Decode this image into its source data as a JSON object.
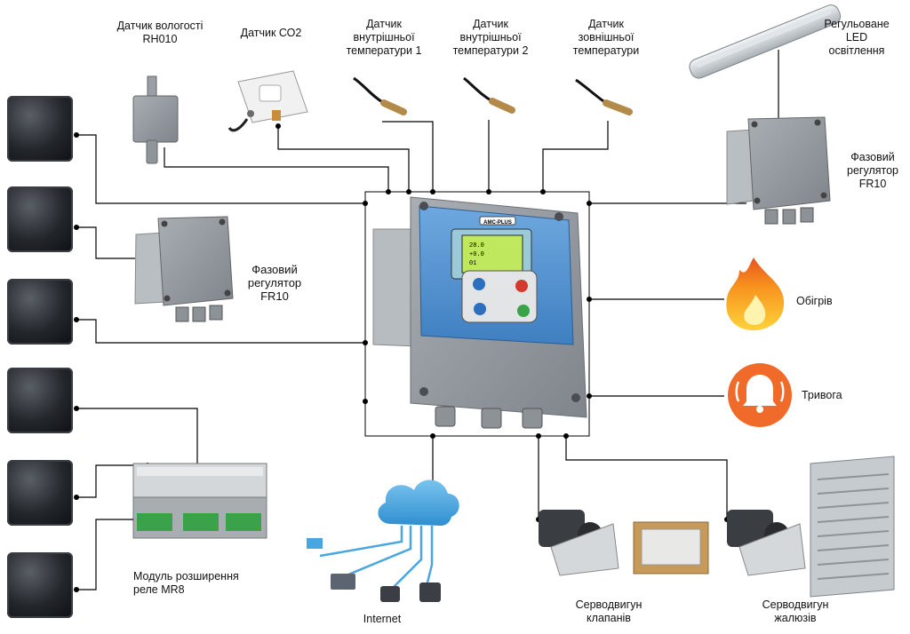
{
  "sensors": {
    "humidity": "Датчик вологості\nRH010",
    "co2": "Датчик СО2",
    "temp1": "Датчик\nвнутрішньої\nтемператури 1",
    "temp2": "Датчик\nвнутрішньої\nтемператури 2",
    "temp_out": "Датчик\nзовнішньої\nтемператури"
  },
  "led": "Регульоване\nLED\nосвітлення",
  "phase_regulator_right": "Фазовий\nрегулятор\nFR10",
  "phase_regulator_left": "Фазовий\nрегулятор\nFR10",
  "heating": "Обігрів",
  "alarm": "Тривога",
  "relay_module": "Модуль розширення\nреле MR8",
  "internet": "Internet",
  "servo_valves": "Серводвигун\nклапанів",
  "servo_shutters": "Серводвигун\nжалюзів",
  "controller": {
    "brand": "AMC-PLUS",
    "screen_lines": [
      "28.0",
      "+0.0",
      "01"
    ]
  },
  "colors": {
    "controller_blue": "#4f8fcf",
    "controller_body": "#9aa0a6",
    "flame_orange": "#f28a1d",
    "alarm_orange": "#f06a2a",
    "cloud_blue": "#4aa6e0",
    "line": "#000000"
  }
}
